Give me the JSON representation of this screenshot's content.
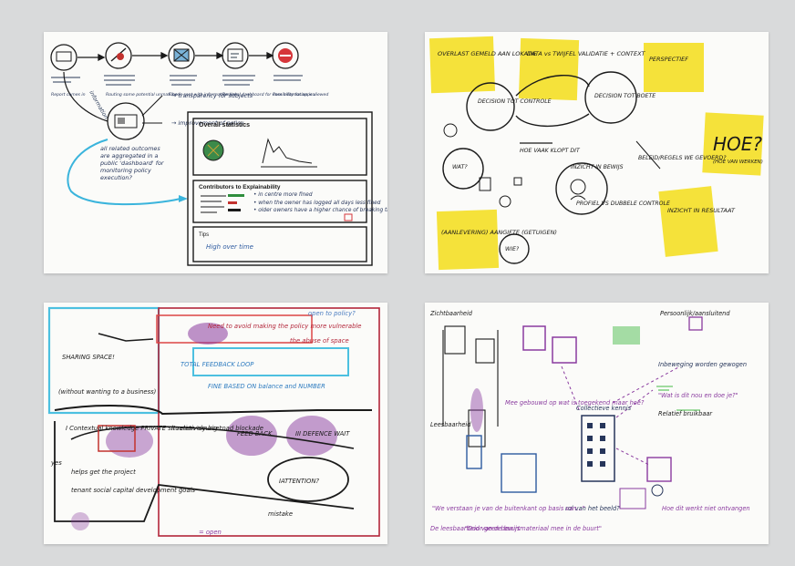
{
  "sheet1": {
    "steps": [
      "Report comes in",
      "Routing some potential unmatched",
      "Fine is sent with information link",
      "Personal dashboard for case information is viewed",
      "Possibility for appeal"
    ],
    "side_label": "information",
    "main_question": "all related outcomes are aggregated in a public 'dashboard' for monitoring policy execution?",
    "note1": "→ transparency for subjects",
    "note2": "→ improvement of policy",
    "panel_title": "Overall statistics",
    "panel_sub": "Contributors to Explainability",
    "bullets": [
      "• in centre more fined",
      "• when the owner has logged all days less fined",
      "• older owners have a higher chance of breaking the law?"
    ],
    "footer_label": "Tips",
    "footer_text": "High over time"
  },
  "sheet2": {
    "stickies": [
      "OVERLAST GEMELD AAN LOKATIE",
      "DATA vs TWIJFEL VALIDATIE + CONTEXT",
      "PERSPECTIEF",
      "HOE?",
      "(AANLEVERING) AANGIFTE (GETUIGEN)",
      "INZICHT IN RESULTAAT"
    ],
    "hoe_sub": "(HOE VAN WERKEN)",
    "notes": [
      "DECISION TOT CONTROLE",
      "DECISION TOT BOETE",
      "HOE VAAK KLOPT DIT",
      "WAT?",
      "WIE?",
      "INZICHT IN BEWIJS",
      "BELEID/REGELS WE GEVOERD?",
      "PROFIEL VS DUBBELE CONTROLE"
    ]
  },
  "sheet3": {
    "notes": [
      "open to policy?",
      "Need to avoid making the policy more vulnerable",
      "the abuse of space",
      "SHARING SPACE!",
      "(without wanting to a business)",
      "TOTAL FEEDBACK LOOP",
      "FINE BASED ON balance and NUMBER",
      "I Contextual knowledge PRIVATE situation 'source'",
      "II relatively big road blockade",
      "FEED BACK",
      "III DEFENCE WAIT",
      "IATTENTION?",
      "helps get the project",
      "tenant social capital development goals",
      "yes",
      "= open",
      "mistake"
    ]
  },
  "sheet4": {
    "notes": [
      "Zichtbaarheid",
      "Persoonlijk/aansluitend",
      "Leesbaarheid",
      "Collectieve kennis",
      "Inbeweging worden gewogen",
      "Relatief bruikbaar",
      "rol van het beeld?",
      "\"We verstaan je van de buitenkant op basis van...\"",
      "\"Door geen bewijsmateriaal mee in de buurt\"",
      "\"Wat is dit nou en doe je?\"",
      "Hoe dit werkt niet ontvangen",
      "Mee gebouwd op wat is toegekend maar hoe?",
      "De leesbaarheid van de buurt"
    ]
  }
}
